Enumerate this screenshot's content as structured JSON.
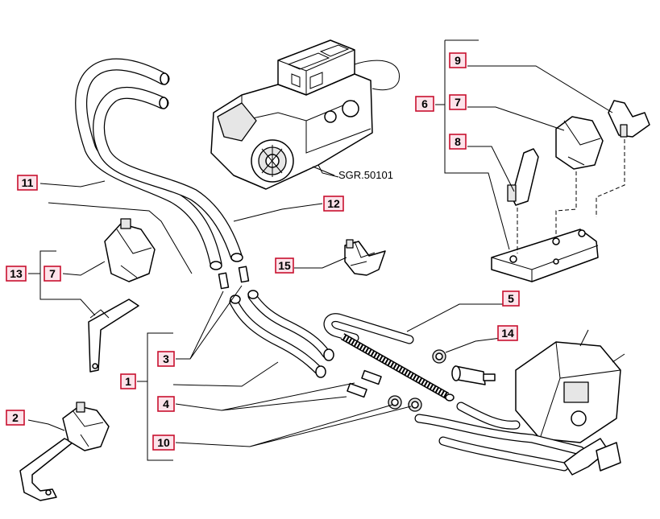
{
  "diagram": {
    "reference_code": "SGR.50101",
    "callouts": {
      "c1": "1",
      "c2": "2",
      "c3": "3",
      "c4": "4",
      "c5": "5",
      "c6": "6",
      "c7a": "7",
      "c7b": "7",
      "c8": "8",
      "c9": "9",
      "c10": "10",
      "c11": "11",
      "c12": "12",
      "c13": "13",
      "c14": "14",
      "c15": "15"
    }
  }
}
